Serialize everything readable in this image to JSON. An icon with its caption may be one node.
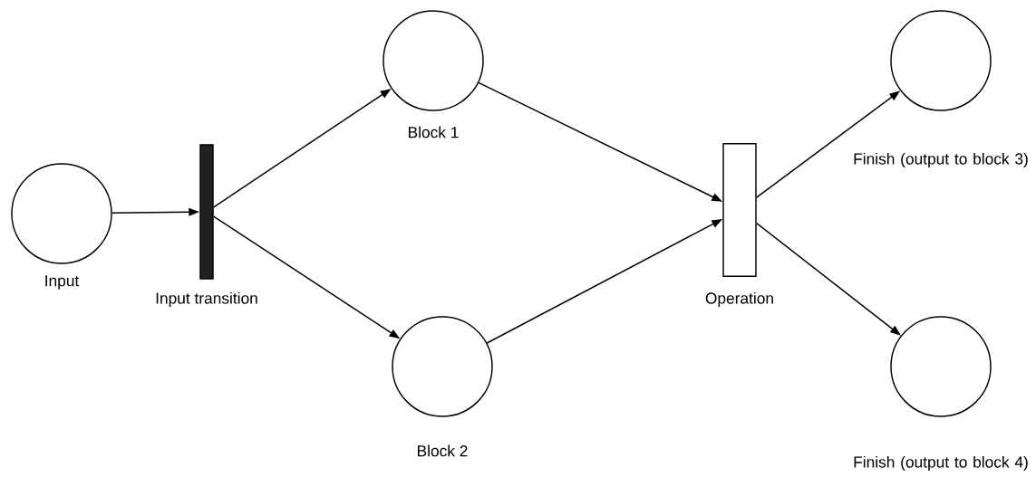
{
  "diagram": {
    "nodes": [
      {
        "text": [
          "Input"
        ]
      },
      {
        "text": [
          "Input transition"
        ]
      },
      {
        "text": [
          "Block 1"
        ]
      },
      {
        "text": [
          "Block 2"
        ]
      },
      {
        "text": [
          "Operation"
        ]
      },
      {
        "text": [
          "Finish (output to block 3)"
        ]
      },
      {
        "text": [
          "Finish (output to block 4)"
        ]
      }
    ],
    "edges": [
      {
        "from": 0,
        "to": 1,
        "arrow": "to"
      },
      {
        "from": 1,
        "to": 2,
        "arrow": "to"
      },
      {
        "from": 1,
        "to": 3,
        "arrow": "to"
      },
      {
        "from": 2,
        "to": 4,
        "arrow": "to"
      },
      {
        "from": 3,
        "to": 4,
        "arrow": "to"
      },
      {
        "from": 4,
        "to": 5,
        "arrow": "to"
      },
      {
        "from": 4,
        "to": 6,
        "arrow": "to"
      }
    ]
  }
}
